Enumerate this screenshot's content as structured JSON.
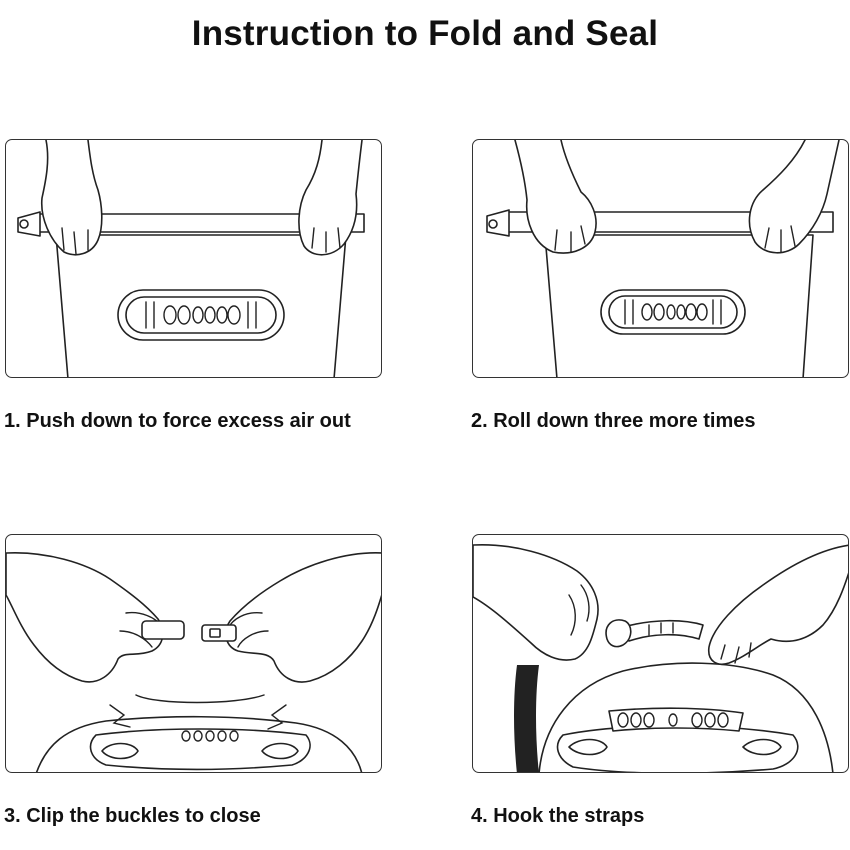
{
  "title": "Instruction to Fold and Seal",
  "steps": [
    {
      "caption": "1. Push down to force excess air out"
    },
    {
      "caption": "2. Roll down three more times"
    },
    {
      "caption": "3. Clip the buckles to close"
    },
    {
      "caption": "4. Hook the straps"
    }
  ]
}
